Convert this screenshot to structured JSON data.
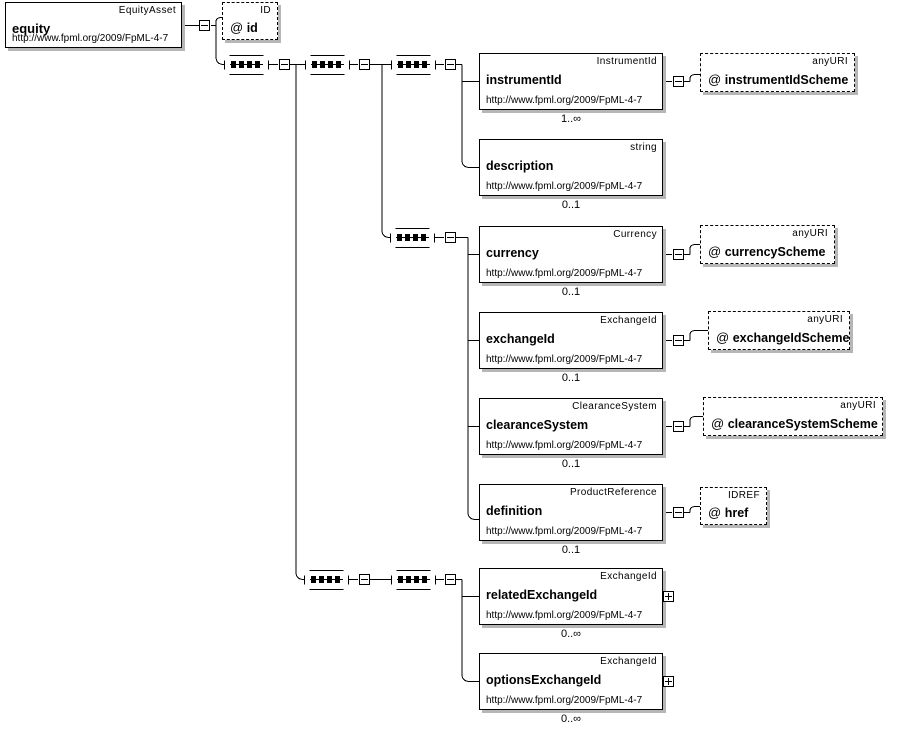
{
  "diagram": {
    "kind": "xsd-schema-tree",
    "namespace": "http://www.fpml.org/2009/FpML-4-7",
    "root": {
      "name": "equity",
      "type": "EquityAsset",
      "namespace": "http://www.fpml.org/2009/FpML-4-7",
      "toggle": "collapse"
    },
    "root_attribute": {
      "name": "id",
      "symbol": "@",
      "type": "ID"
    },
    "compositors": [
      {
        "id": "seq-root",
        "label": "sequence",
        "toggle": "collapse"
      },
      {
        "id": "seq-group-1",
        "label": "sequence",
        "toggle": "collapse"
      },
      {
        "id": "seq-instrument",
        "label": "sequence",
        "toggle": "collapse"
      },
      {
        "id": "seq-currency",
        "label": "sequence",
        "toggle": "collapse"
      },
      {
        "id": "seq-exchange-outer",
        "label": "sequence",
        "toggle": "collapse"
      },
      {
        "id": "seq-exchange-inner",
        "label": "sequence",
        "toggle": "collapse"
      }
    ],
    "elements": [
      {
        "id": "instrumentId",
        "name": "instrumentId",
        "type": "InstrumentId",
        "namespace": "http://www.fpml.org/2009/FpML-4-7",
        "cardinality": "1..∞",
        "toggle": "collapse",
        "attribute": {
          "name": "instrumentIdScheme",
          "symbol": "@",
          "type": "anyURI"
        }
      },
      {
        "id": "description",
        "name": "description",
        "type": "string",
        "namespace": "http://www.fpml.org/2009/FpML-4-7",
        "cardinality": "0..1",
        "toggle": "none",
        "attribute": null
      },
      {
        "id": "currency",
        "name": "currency",
        "type": "Currency",
        "namespace": "http://www.fpml.org/2009/FpML-4-7",
        "cardinality": "0..1",
        "toggle": "collapse",
        "attribute": {
          "name": "currencyScheme",
          "symbol": "@",
          "type": "anyURI"
        }
      },
      {
        "id": "exchangeId",
        "name": "exchangeId",
        "type": "ExchangeId",
        "namespace": "http://www.fpml.org/2009/FpML-4-7",
        "cardinality": "0..1",
        "toggle": "collapse",
        "attribute": {
          "name": "exchangeIdScheme",
          "symbol": "@",
          "type": "anyURI"
        }
      },
      {
        "id": "clearanceSystem",
        "name": "clearanceSystem",
        "type": "ClearanceSystem",
        "namespace": "http://www.fpml.org/2009/FpML-4-7",
        "cardinality": "0..1",
        "toggle": "collapse",
        "attribute": {
          "name": "clearanceSystemScheme",
          "symbol": "@",
          "type": "anyURI"
        }
      },
      {
        "id": "definition",
        "name": "definition",
        "type": "ProductReference",
        "namespace": "http://www.fpml.org/2009/FpML-4-7",
        "cardinality": "0..1",
        "toggle": "collapse",
        "attribute": {
          "name": "href",
          "symbol": "@",
          "type": "IDREF"
        }
      },
      {
        "id": "relatedExchangeId",
        "name": "relatedExchangeId",
        "type": "ExchangeId",
        "namespace": "http://www.fpml.org/2009/FpML-4-7",
        "cardinality": "0..∞",
        "toggle": "expand",
        "attribute": null
      },
      {
        "id": "optionsExchangeId",
        "name": "optionsExchangeId",
        "type": "ExchangeId",
        "namespace": "http://www.fpml.org/2009/FpML-4-7",
        "cardinality": "0..∞",
        "toggle": "expand",
        "attribute": null
      }
    ]
  }
}
